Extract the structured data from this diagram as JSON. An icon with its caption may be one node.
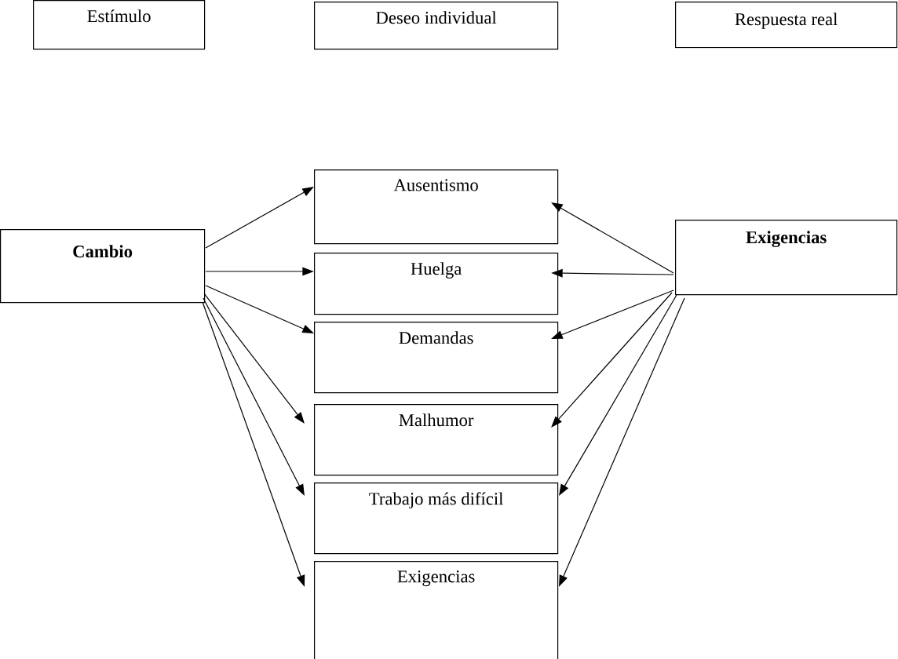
{
  "diagram": {
    "nodes": [
      {
        "text": [
          "Estímulo"
        ]
      },
      {
        "text": [
          "Deseo individual"
        ]
      },
      {
        "text": [
          "Respuesta real"
        ]
      },
      {
        "text": [
          "Cambio"
        ]
      },
      {
        "text": [
          "Ausentismo"
        ]
      },
      {
        "text": [
          "Huelga"
        ]
      },
      {
        "text": [
          "Demandas"
        ]
      },
      {
        "text": [
          "Malhumor"
        ]
      },
      {
        "text": [
          "Trabajo más difícil"
        ]
      },
      {
        "text": [
          "Exigencias"
        ]
      },
      {
        "text": [
          "Exigencias"
        ]
      }
    ],
    "edges": [
      {
        "from": 3,
        "to": 4,
        "arrow": "to"
      },
      {
        "from": 3,
        "to": 5,
        "arrow": "to"
      },
      {
        "from": 3,
        "to": 6,
        "arrow": "to"
      },
      {
        "from": 3,
        "to": 7,
        "arrow": "to"
      },
      {
        "from": 3,
        "to": 8,
        "arrow": "to"
      },
      {
        "from": 3,
        "to": 9,
        "arrow": "to"
      },
      {
        "from": 10,
        "to": 4,
        "arrow": "to"
      },
      {
        "from": 10,
        "to": 5,
        "arrow": "to"
      },
      {
        "from": 10,
        "to": 6,
        "arrow": "to"
      },
      {
        "from": 10,
        "to": 7,
        "arrow": "to"
      },
      {
        "from": 10,
        "to": 8,
        "arrow": "to"
      },
      {
        "from": 10,
        "to": 9,
        "arrow": "to"
      }
    ]
  }
}
